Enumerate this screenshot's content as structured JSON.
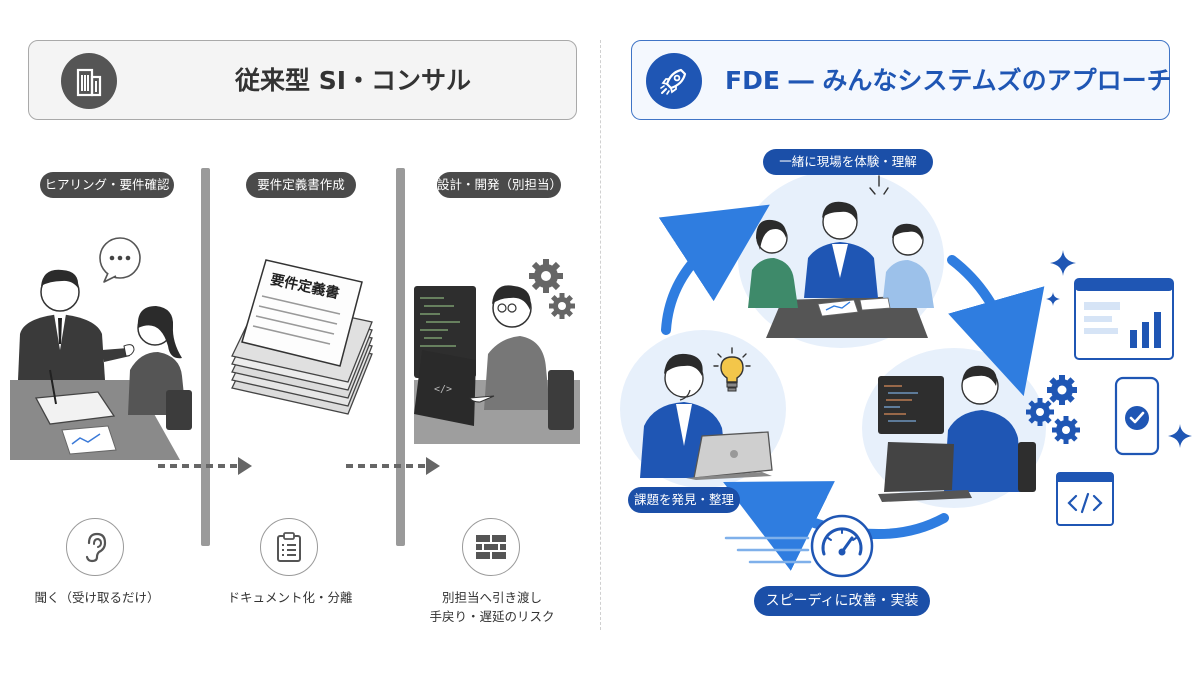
{
  "left": {
    "header_title": "従来型 SI・コンサル",
    "steps": [
      {
        "label": "ヒアリング・要件確認",
        "caption_lines": [
          "聞く（受け取るだけ）"
        ]
      },
      {
        "label": "要件定義書作成",
        "caption_lines": [
          "ドキュメント化・分離"
        ]
      },
      {
        "label": "設計・開発（別担当）",
        "caption_lines": [
          "別担当へ引き渡し",
          "手戻り・遅延のリスク"
        ]
      }
    ],
    "document_title": "要件定義書"
  },
  "right": {
    "header_title": "FDE ― みんなシステムズのアプローチ",
    "cycle": {
      "top_label": "一緒に現場を体験・理解",
      "left_label": "課題を発見・整理",
      "bottom_label": "スピーディに改善・実装"
    }
  },
  "colors": {
    "accent_blue": "#1f56b4",
    "pill_blue": "#1b4fa8",
    "arrow_blue": "#2f7de0",
    "gray_dark": "#4a4a4a",
    "gray_bar": "#9a9a9a"
  },
  "icons": [
    "building-icon",
    "rocket-icon",
    "ear-icon",
    "clipboard-icon",
    "brick-wall-icon",
    "speedometer-icon",
    "lightbulb-icon",
    "gear-icon",
    "chat-bubble-icon",
    "sparkle-icon",
    "check-icon",
    "code-icon"
  ]
}
